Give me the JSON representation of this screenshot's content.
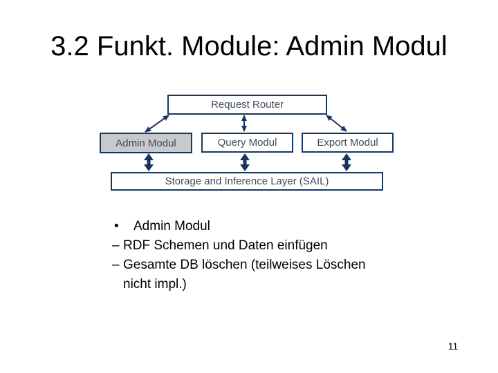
{
  "slide": {
    "title": "3.2 Funkt. Module: Admin Modul",
    "page_number": "11"
  },
  "diagram": {
    "colors": {
      "accent": "#17365D",
      "box_border": "#17365D",
      "box_text": "#3D4A5C",
      "admin_box_fill": "#C7C9CB",
      "box_fill": "#FFFFFF"
    },
    "boxes": {
      "request_router": "Request Router",
      "admin": "Admin Modul",
      "query": "Query Modul",
      "export": "Export Modul",
      "sail": "Storage and Inference Layer (SAIL)"
    }
  },
  "bullets": {
    "items": [
      {
        "marker": "•",
        "text": "Admin Modul"
      },
      {
        "marker": "–",
        "text": "RDF Schemen und Daten einfügen"
      },
      {
        "marker": "–",
        "text": "Gesamte DB löschen (teilweises Löschen nicht impl.)"
      }
    ]
  }
}
